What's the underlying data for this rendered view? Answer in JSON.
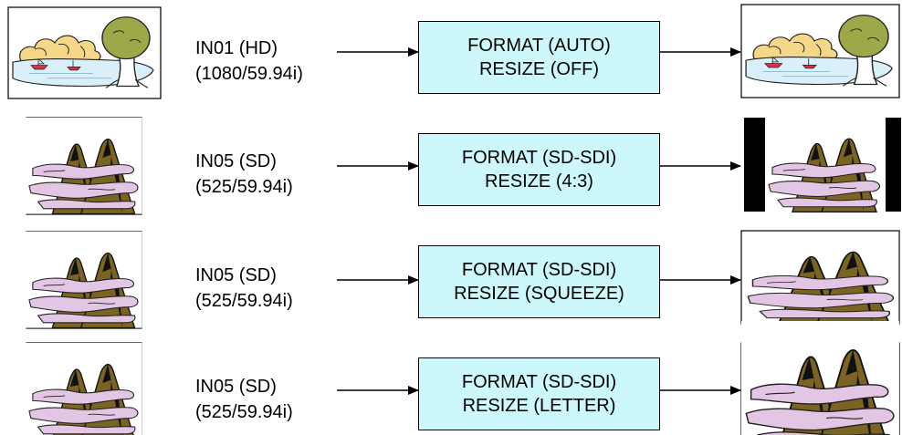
{
  "colors": {
    "box_fill": "#ccf7fb",
    "sky": "#d9f0fb",
    "tree_green": "#9ea848",
    "trunk": "#ffffff",
    "cloud": "#f6d788",
    "boat": "#d7344a",
    "mountain": "#7b6322",
    "mist": "#e2c6e3"
  },
  "rows": [
    {
      "input_line1": "IN01 (HD)",
      "input_line2": "(1080/59.94i)",
      "proc_line1": "FORMAT (AUTO)",
      "proc_line2": "RESIZE (OFF)",
      "source_image": "landscape-hd-icon",
      "output_image": "landscape-hd-output-icon"
    },
    {
      "input_line1": "IN05 (SD)",
      "input_line2": "(525/59.94i)",
      "proc_line1": "FORMAT (SD-SDI)",
      "proc_line2": "RESIZE (4:3)",
      "source_image": "mountains-sd-icon",
      "output_image": "mountains-pillarbox-icon"
    },
    {
      "input_line1": "IN05 (SD)",
      "input_line2": "(525/59.94i)",
      "proc_line1": "FORMAT (SD-SDI)",
      "proc_line2": "RESIZE (SQUEEZE)",
      "source_image": "mountains-sd-icon",
      "output_image": "mountains-squeeze-icon"
    },
    {
      "input_line1": "IN05 (SD)",
      "input_line2": "(525/59.94i)",
      "proc_line1": "FORMAT (SD-SDI)",
      "proc_line2": "RESIZE (LETTER)",
      "source_image": "mountains-sd-icon",
      "output_image": "mountains-letter-icon"
    }
  ]
}
